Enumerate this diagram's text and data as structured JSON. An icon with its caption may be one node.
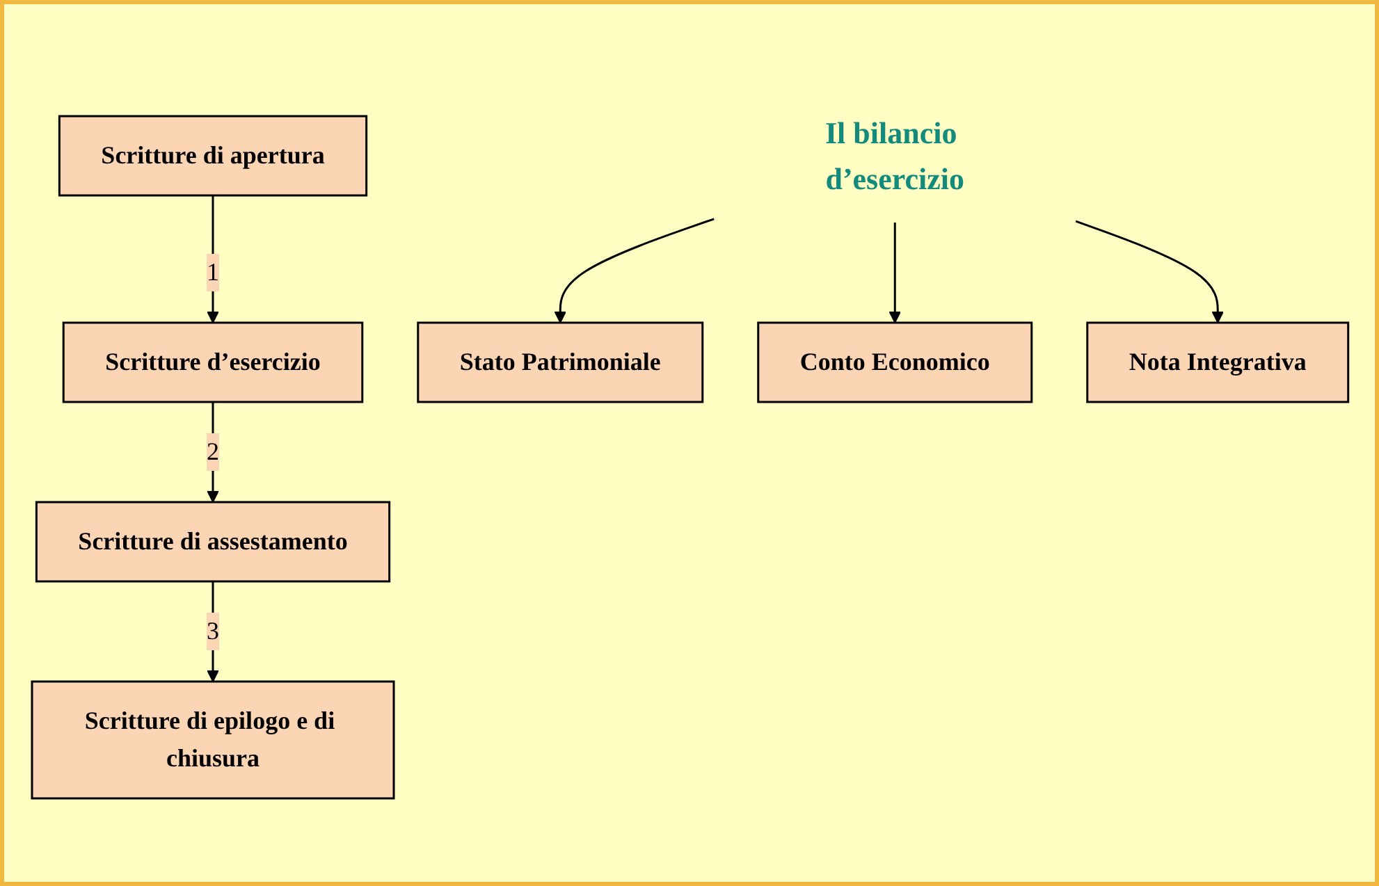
{
  "diagram": {
    "nodes": [
      {
        "text": [
          "Scritture di apertura"
        ]
      },
      {
        "text": [
          "Scritture d’esercizio"
        ]
      },
      {
        "text": [
          "Scritture di assestamento"
        ]
      },
      {
        "text": [
          "Scritture di epilogo e di chiusura"
        ]
      },
      {
        "text": [
          "Il bilancio d’esercizio"
        ]
      },
      {
        "text": [
          "Stato Patrimoniale"
        ]
      },
      {
        "text": [
          "Conto Economico"
        ]
      },
      {
        "text": [
          "Nota Integrativa"
        ]
      }
    ],
    "edges": [
      {
        "from": 0,
        "to": 1,
        "arrow": "to",
        "label": "1"
      },
      {
        "from": 1,
        "to": 2,
        "arrow": "to",
        "label": "2"
      },
      {
        "from": 2,
        "to": 3,
        "arrow": "to",
        "label": "3"
      },
      {
        "from": 4,
        "to": 5,
        "arrow": "to"
      },
      {
        "from": 4,
        "to": 6,
        "arrow": "to"
      },
      {
        "from": 4,
        "to": 7,
        "arrow": "to"
      }
    ]
  }
}
